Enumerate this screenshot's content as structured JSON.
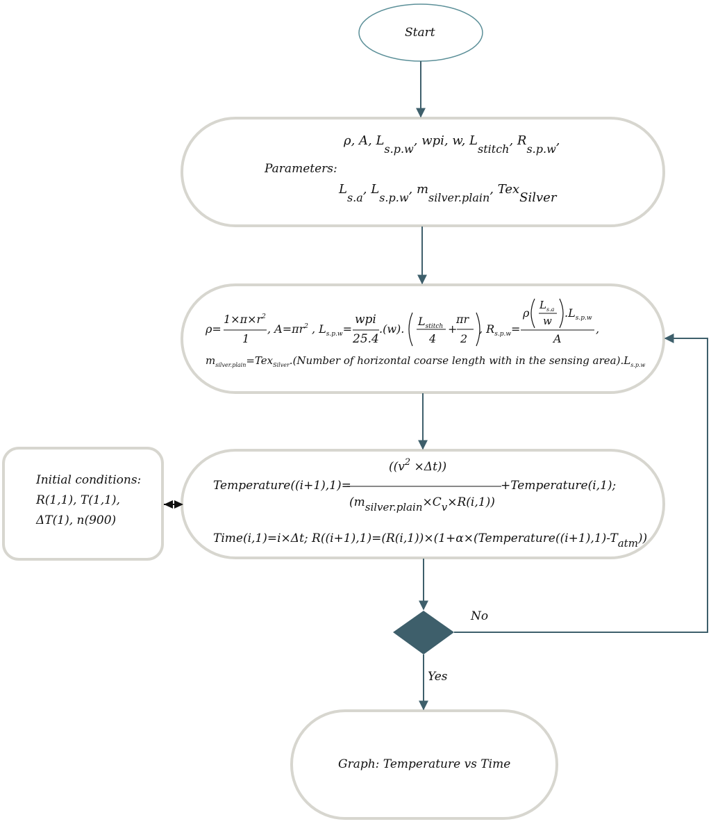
{
  "nodes": {
    "start": "Start",
    "parameters": {
      "label": "Parameters:",
      "line1_prefix": "ρ, A, L",
      "line1_sub1": "s.p.w",
      "line1_mid1": ", wpi, w, L",
      "line1_sub2": "stitch",
      "line1_mid2": ", R",
      "line1_sub3": "s.p.w",
      "line1_end": ",",
      "line2_p1": "L",
      "line2_s1": "s.a",
      "line2_p2": ", L",
      "line2_s2": "s.p.w",
      "line2_p3": ", m",
      "line2_s3": "silver.plain",
      "line2_p4": ", Tex",
      "line2_s4": "Silver"
    },
    "formulas1": {
      "rho": "ρ=",
      "rho_num": "1×π×r",
      "sq": "2",
      "rho_den": "1",
      "area": ", A=πr",
      "lspw_L": ", L",
      "lspw_sub": "s.p.w",
      "eq": "=",
      "wpi": "wpi",
      "denom_254": "25.4",
      "dot_w": ".(w).",
      "l_stitch_L": "L",
      "l_stitch_sub": "stitch",
      "four": "4",
      "plus": "+",
      "pi_r": "πr",
      "two": "2",
      "rspw_R": ", R",
      "rspw_sub": "s.p.w",
      "rho_sym": "ρ",
      "lsa_L": "L",
      "lsa_sub": "s.a",
      "w": "w",
      "dot_L": ".L",
      "spw_sub": "s.p.w",
      "A": "A",
      "comma": ",",
      "m_prefix": "m",
      "m_sub": "silver.plain",
      "tex": "=Tex",
      "tex_sub": "Silver",
      "horizontal_text": ".(Number of horizontal coarse length with in the sensing area).L",
      "end_sub": "s.p.w"
    },
    "formulas2": {
      "temp_lhs": "Temperature((i+1),1)=",
      "numerator_v": "((v",
      "numerator_sq": "2",
      "numerator_rest": " ×Δt))",
      "den_m": "(m",
      "den_m_sub": "silver.plain",
      "den_times_c": "×C",
      "den_c_sub": "v",
      "den_rest": "×R(i,1))",
      "plus_temp": "+Temperature(i,1);",
      "time_line": "Time(i,1)=i×Δt; R((i+1),1)=(R(i,1))×(1+α×(Temperature((i+1),1)-T",
      "time_sub": "atm",
      "time_close": "))"
    },
    "initial": {
      "line1": "Initial conditions:",
      "line2": "R(1,1), T(1,1),",
      "line3": "ΔT(1), n(900)"
    },
    "decision": {
      "no": "No",
      "yes": "Yes"
    },
    "graph": "Graph: Temperature vs Time"
  },
  "colors": {
    "arrow": "#3e5f6b",
    "node_border": "#d7d6cf",
    "start_border": "#5b8f98",
    "decision_fill": "#3e5f6b"
  }
}
